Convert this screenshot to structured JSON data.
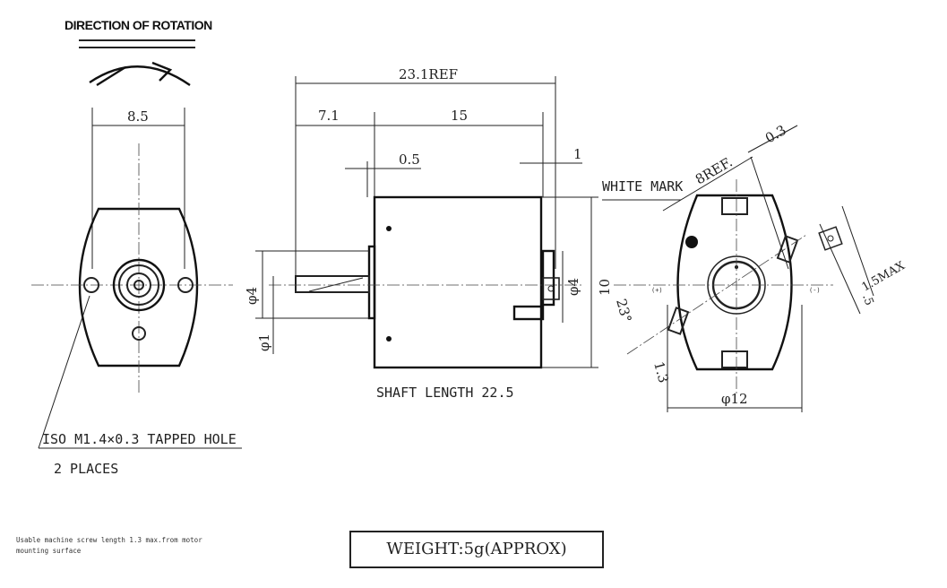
{
  "title": "DIRECTION OF ROTATION",
  "front_view": {
    "width_dim": "8.5",
    "tapped_hole": "ISO M1.4×0.3 TAPPED HOLE",
    "places": "2 PLACES"
  },
  "side_view": {
    "overall": "23.1REF",
    "shaft_ext": "7.1",
    "body_len": "15",
    "flange": "0.5",
    "terminal": "1",
    "shaft_dia": "φ4",
    "shaft_small": "φ1",
    "boss_dia": "φ4",
    "height": "10",
    "shaft_length": "SHAFT LENGTH 22.5"
  },
  "rear_view": {
    "white_mark": "WHITE MARK",
    "ref8": "8REF.",
    "dim03": "0.3",
    "angle": "23°",
    "dim13": "1.3",
    "dia12": "φ12",
    "max15": "1.5MAX",
    "dim05": ".5",
    "plus": "(+)",
    "minus": "(-)"
  },
  "note": "Usable machine screw length 1.3 max.from motor mounting surface",
  "weight": "WEIGHT:5g(APPROX)"
}
